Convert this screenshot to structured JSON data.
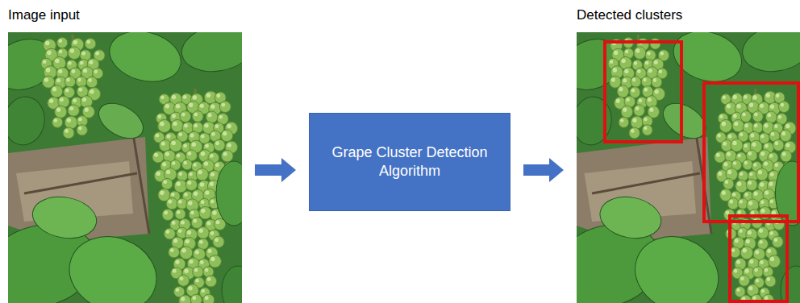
{
  "diagram": {
    "nodes": [
      {
        "text": [
          "Image input"
        ]
      },
      {
        "text": [
          "Grape Cluster Detection Algorithm"
        ]
      },
      {
        "text": [
          "Detected clusters"
        ]
      }
    ],
    "edges": [
      {
        "from": 0,
        "to": 1,
        "arrow": "to"
      },
      {
        "from": 1,
        "to": 2,
        "arrow": "to"
      }
    ]
  }
}
